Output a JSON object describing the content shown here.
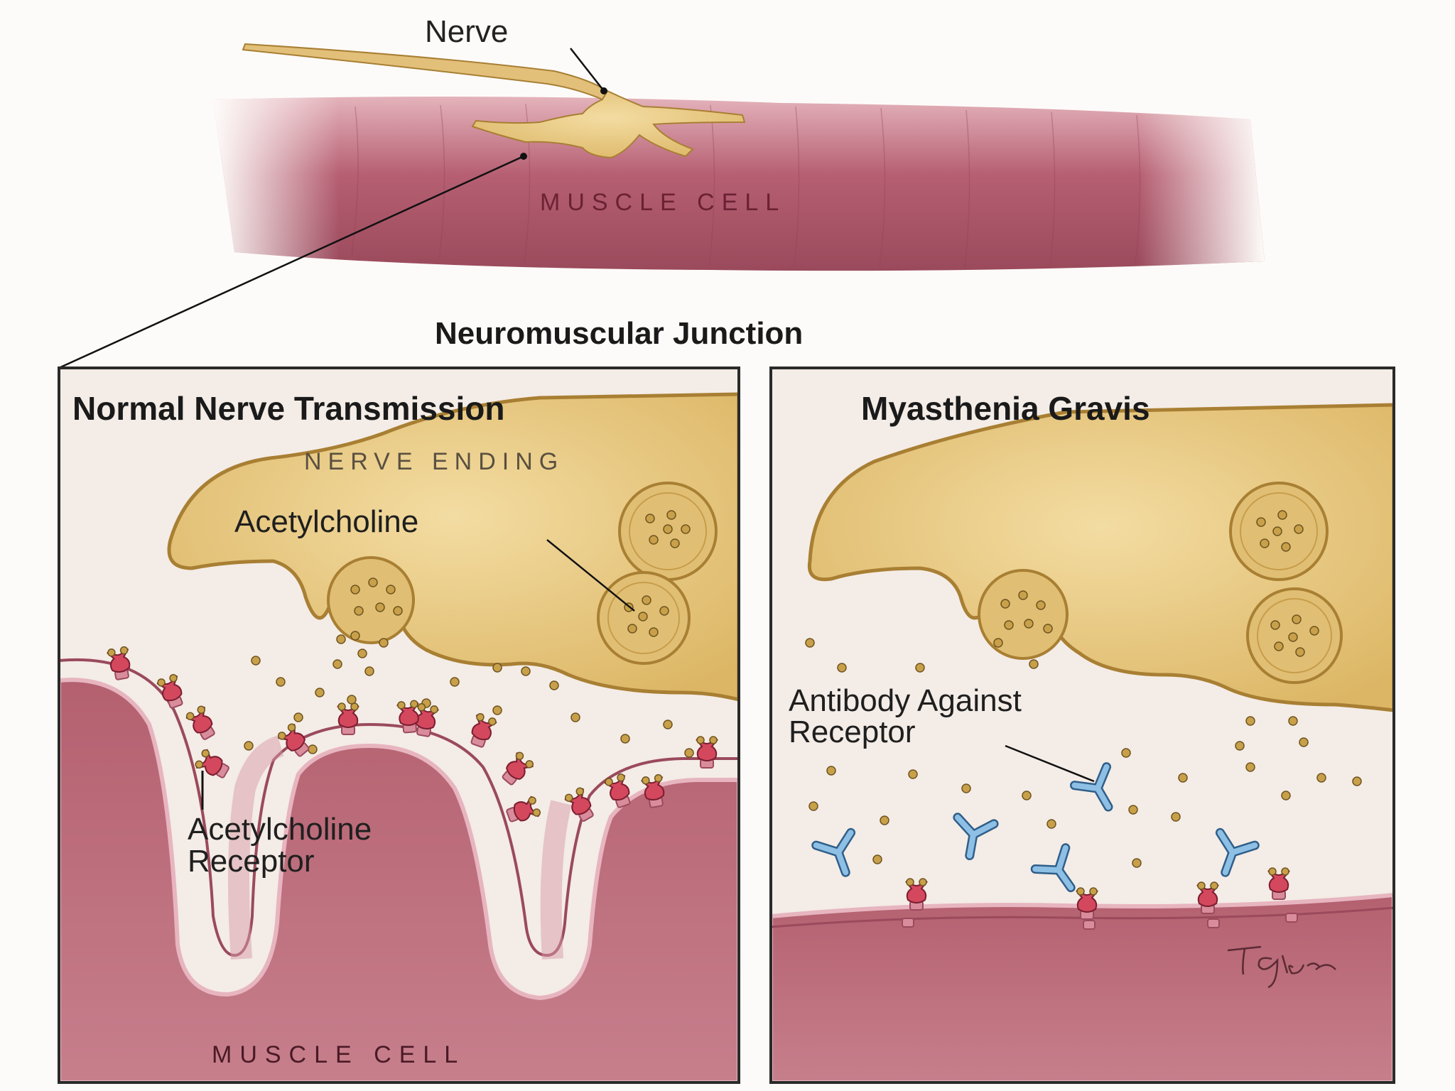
{
  "labels": {
    "nerve": "Nerve",
    "muscle_cell_top": "MUSCLE CELL",
    "junction_title": "Neuromuscular Junction",
    "left_panel_title": "Normal Nerve Transmission",
    "nerve_ending": "NERVE ENDING",
    "acetylcholine": "Acetylcholine",
    "receptor_line1": "Acetylcholine",
    "receptor_line2": "Receptor",
    "muscle_cell_bottom": "MUSCLE CELL",
    "right_panel_title": "Myasthenia Gravis",
    "antibody_line1": "Antibody Against",
    "antibody_line2": "Receptor"
  },
  "colors": {
    "muscle": "#b05a6c",
    "muscle_light": "#d68b9a",
    "nerve": "#e6c47a",
    "nerve_outline": "#a87f33",
    "receptor": "#d4485e",
    "antibody": "#7fb2dc",
    "acetylcholine": "#c8a04a",
    "cleft": "#f1e9e3"
  },
  "artist_signature": "T glass"
}
